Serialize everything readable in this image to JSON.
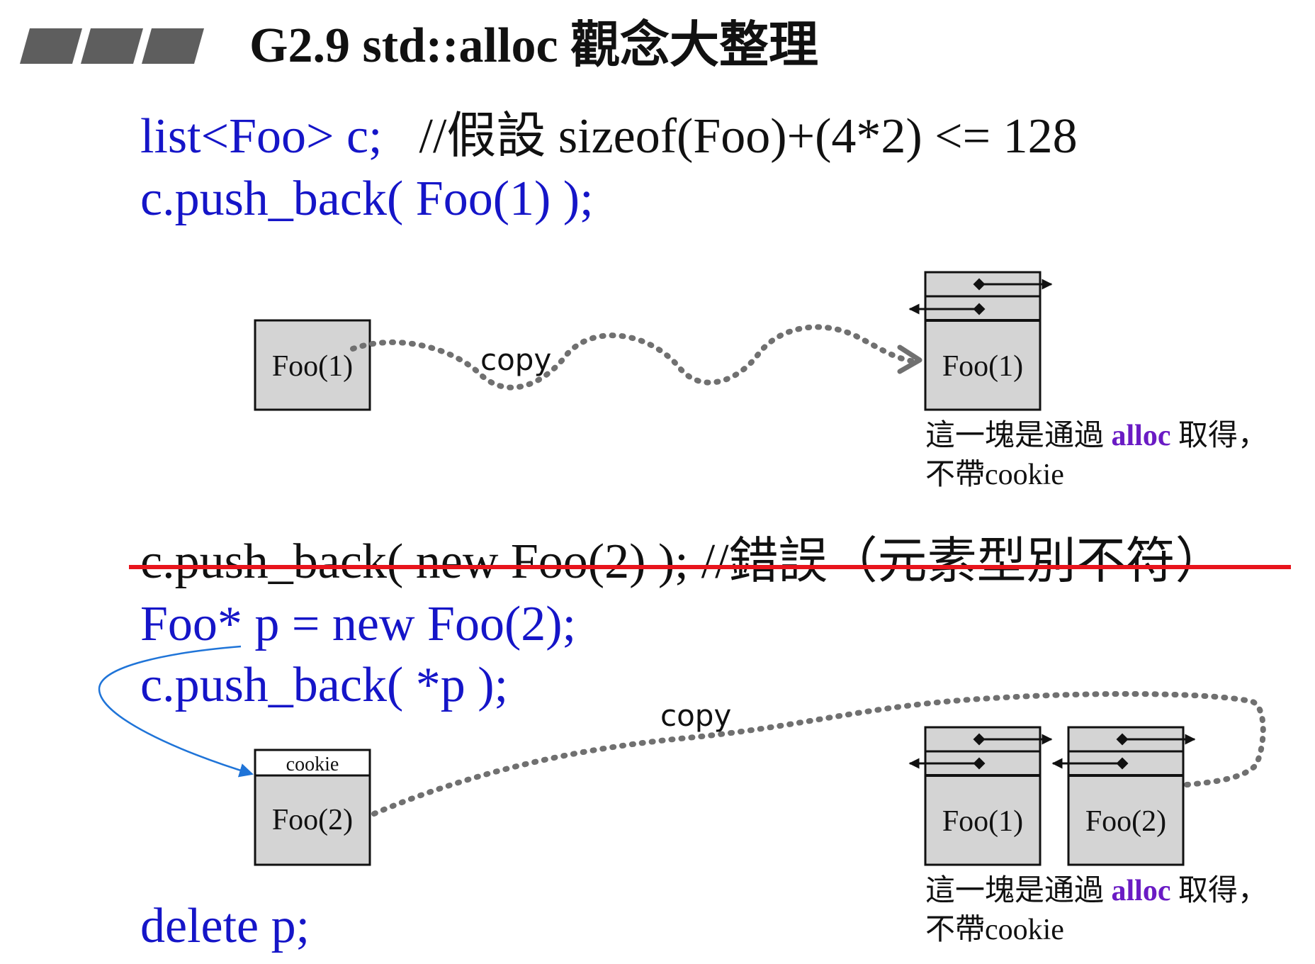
{
  "title": "G2.9 std::alloc 觀念大整理",
  "line1": {
    "code": "list<Foo> c;",
    "comment": "//假設 sizeof(Foo)+(4*2) <= 128"
  },
  "line2": "c.push_back( Foo(1) );",
  "wrong_line": {
    "code": "c.push_back( new Foo(2) );",
    "comment": "//錯誤（元素型別不符）"
  },
  "line4": "Foo* p = new Foo(2);",
  "line5": "c.push_back( *p );",
  "line6": "delete p;",
  "diagram": {
    "src1_label": "Foo(1)",
    "node1_label": "Foo(1)",
    "copy1": "copy",
    "copy2": "copy",
    "cookie_label": "cookie",
    "src2_label": "Foo(2)",
    "node2a_label": "Foo(1)",
    "node2b_label": "Foo(2)"
  },
  "note1": {
    "pre": "這一塊是通過 ",
    "kw": "alloc",
    "post": " 取得，",
    "line2": "不帶cookie"
  },
  "note2": {
    "pre": "這一塊是通過 ",
    "kw": "alloc",
    "post": " 取得，",
    "line2": "不帶cookie"
  },
  "colors": {
    "code": "#1515c8",
    "strike": "#e8141c",
    "keyword": "#6a1bc4",
    "box_fill": "#d4d4d4",
    "dotted": "#707070",
    "blue_arrow": "#1f74d8"
  }
}
